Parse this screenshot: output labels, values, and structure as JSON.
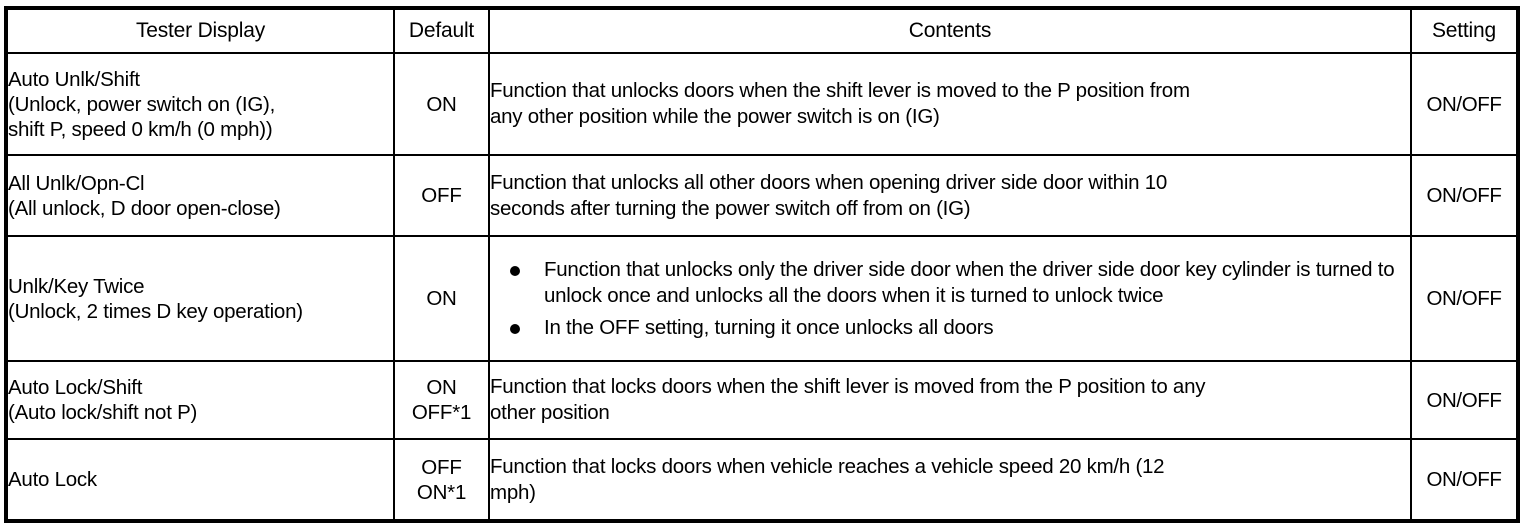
{
  "table": {
    "headers": {
      "tester_display": "Tester Display",
      "default": "Default",
      "contents": "Contents",
      "setting": "Setting"
    },
    "rows": [
      {
        "tester_display_lines": [
          "Auto Unlk/Shift",
          "(Unlock, power switch on (IG),",
          "shift P, speed 0 km/h (0 mph))"
        ],
        "default_lines": [
          "ON"
        ],
        "contents_lines": [
          "Function that unlocks doors when the shift lever is moved to the P position from",
          "any other position while the power switch is on (IG)"
        ],
        "contents_bullets": [],
        "setting": "ON/OFF"
      },
      {
        "tester_display_lines": [
          "All Unlk/Opn-Cl",
          "(All unlock, D door open-close)"
        ],
        "default_lines": [
          "OFF"
        ],
        "contents_lines": [
          "Function that unlocks all other doors when opening driver side door within 10",
          "seconds after turning the power switch off from on (IG)"
        ],
        "contents_bullets": [],
        "setting": "ON/OFF"
      },
      {
        "tester_display_lines": [
          "Unlk/Key Twice",
          "(Unlock, 2 times D key operation)"
        ],
        "default_lines": [
          "ON"
        ],
        "contents_lines": [],
        "contents_bullets": [
          "Function that unlocks only the driver side door when the driver side door key cylinder is turned to unlock once and unlocks all the doors when it is turned to unlock twice",
          "In the OFF setting, turning it once unlocks all doors"
        ],
        "setting": "ON/OFF"
      },
      {
        "tester_display_lines": [
          "Auto Lock/Shift",
          "(Auto lock/shift not P)"
        ],
        "default_lines": [
          "ON",
          "OFF*1"
        ],
        "contents_lines": [
          "Function that locks doors when the shift lever is moved from the P position to any",
          "other position"
        ],
        "contents_bullets": [],
        "setting": "ON/OFF"
      },
      {
        "tester_display_lines": [
          "Auto Lock"
        ],
        "default_lines": [
          "OFF",
          "ON*1"
        ],
        "contents_lines": [
          "Function that locks doors when vehicle reaches a vehicle speed 20 km/h (12",
          "mph)"
        ],
        "contents_bullets": [],
        "setting": "ON/OFF"
      }
    ]
  }
}
